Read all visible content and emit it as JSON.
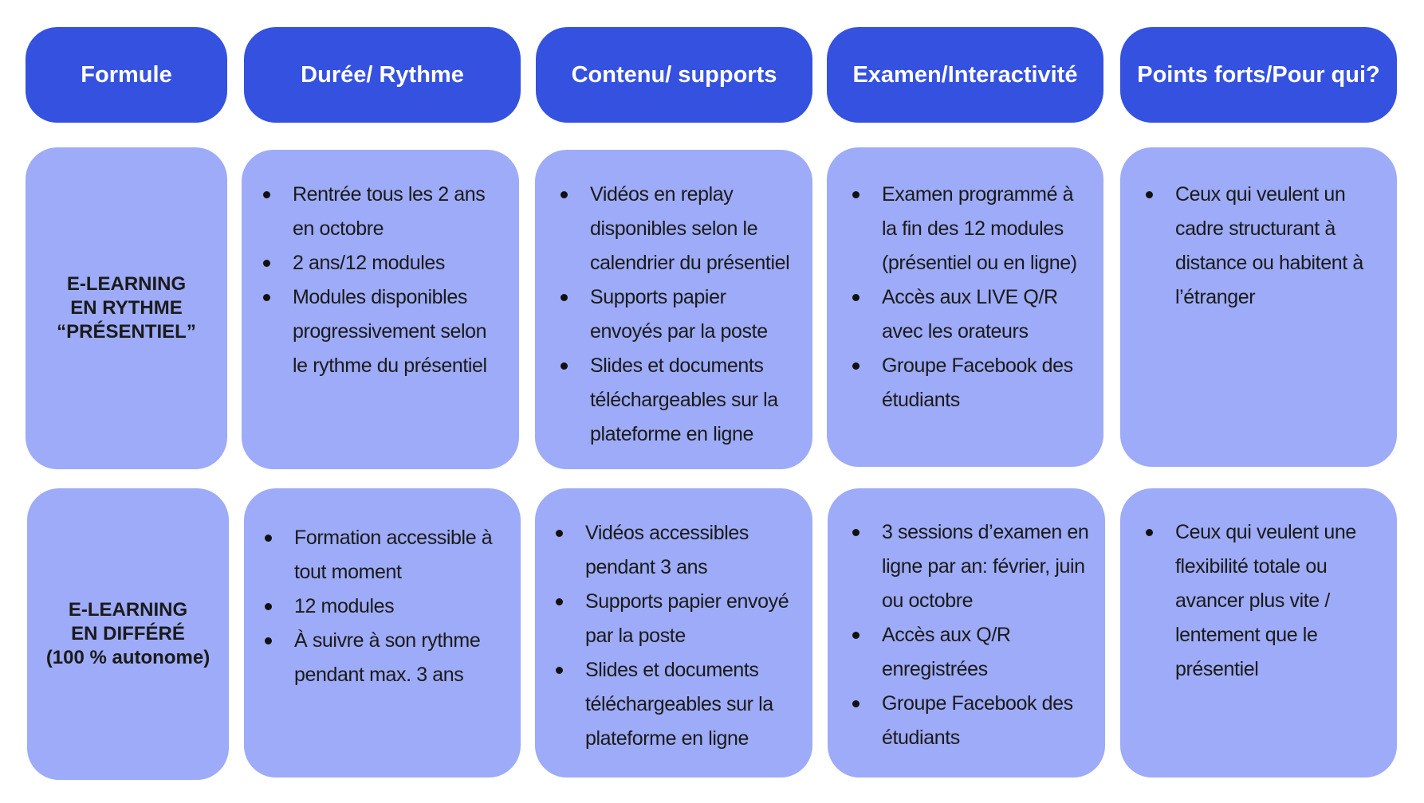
{
  "headers": [
    "Formule",
    "Durée/ Rythme",
    "Contenu/ supports",
    "Examen/Interactivité",
    "Points forts/Pour qui?"
  ],
  "colors": {
    "header_bg": "#3451e0",
    "cell_bg": "#9dabf8",
    "header_text": "#ffffff",
    "body_text": "#1a1a1a"
  },
  "rows": [
    {
      "formule": [
        "E-LEARNING",
        "EN RYTHME",
        "“PRÉSENTIEL”"
      ],
      "duree": [
        "Rentrée tous les 2 ans en octobre",
        "2 ans/12 modules",
        "Modules disponibles progressivement selon le rythme du présentiel"
      ],
      "contenu": [
        "Vidéos en replay disponibles selon le calendrier du présentiel",
        "Supports papier envoyés par la poste",
        "Slides et documents téléchargeables sur la plateforme en ligne"
      ],
      "examen": [
        "Examen programmé à la fin des 12 modules (présentiel ou en ligne)",
        "Accès aux LIVE Q/R avec les orateurs",
        "Groupe Facebook des étudiants"
      ],
      "points": [
        "Ceux qui veulent un cadre structurant à distance ou habitent à l’étranger"
      ]
    },
    {
      "formule": [
        "E-LEARNING",
        "EN DIFFÉRÉ",
        "(100 % autonome)"
      ],
      "duree": [
        "Formation accessible à tout moment",
        "12 modules",
        "À suivre à son rythme pendant max. 3 ans"
      ],
      "contenu": [
        "Vidéos accessibles pendant 3 ans",
        "Supports papier envoyé par la poste",
        "Slides et documents téléchargeables sur la plateforme en ligne"
      ],
      "examen": [
        "3 sessions d’examen en ligne par an: février, juin ou octobre",
        "Accès aux Q/R enregistrées",
        "Groupe Facebook des étudiants"
      ],
      "points": [
        "Ceux qui veulent une flexibilité totale ou avancer plus vite / lentement que le présentiel"
      ]
    }
  ]
}
